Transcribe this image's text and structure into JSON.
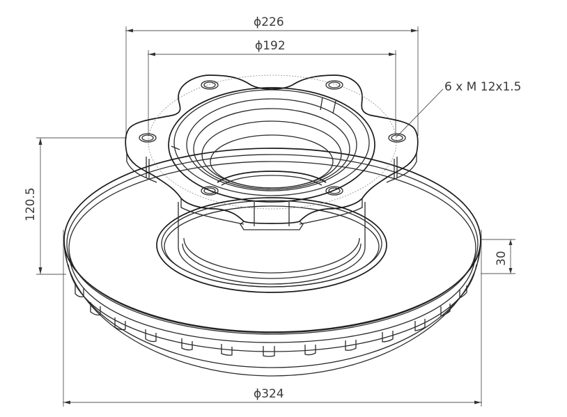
{
  "drawing": {
    "title": "Brake disc technical drawing",
    "line_color": "#2a2a2a",
    "dimension_color": "#555555",
    "background": "#ffffff"
  },
  "dimensions": {
    "outer_flange_diameter": "ϕ226",
    "bolt_circle_diameter": "ϕ192",
    "bolt_holes": "6 x M 12x1.5",
    "overall_height": "120.5",
    "disc_thickness": "30",
    "disc_diameter": "ϕ324"
  }
}
